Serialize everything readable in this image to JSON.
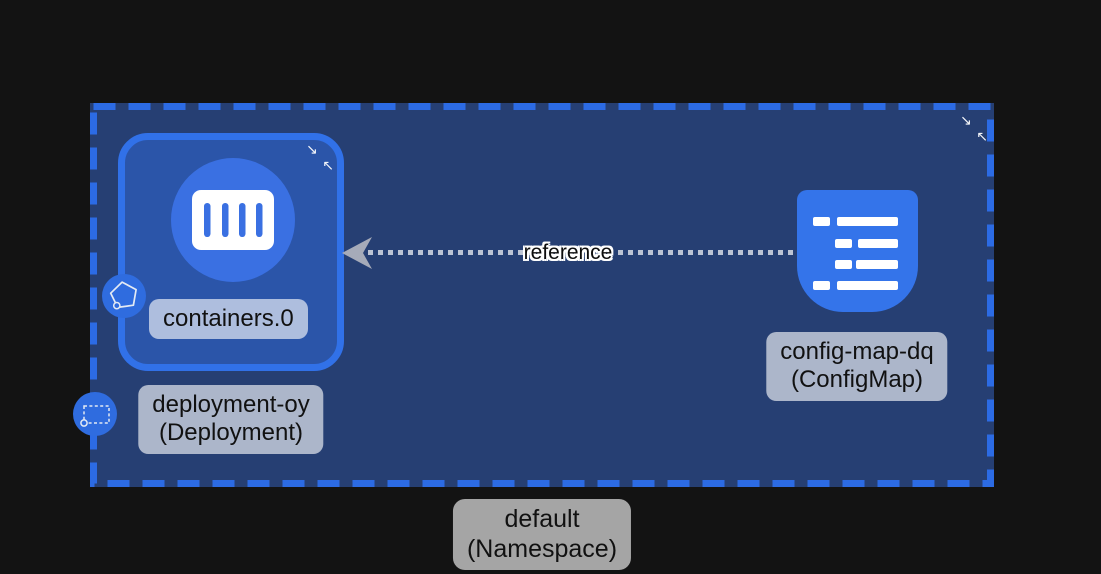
{
  "namespace": {
    "name": "default",
    "kind": "(Namespace)"
  },
  "deployment": {
    "name": "deployment-oy",
    "kind": "(Deployment)"
  },
  "container": {
    "name": "containers.0"
  },
  "configmap": {
    "name": "config-map-dq",
    "kind": "(ConfigMap)"
  },
  "edge": {
    "label": "reference"
  },
  "icons": {
    "collapse_se": "↘",
    "collapse_nw": "↖",
    "pod": "pentagon-outline",
    "deployment": "dashed-rect",
    "container": "container-bars",
    "configmap": "list-lines"
  },
  "colors": {
    "background": "#131313",
    "namespace_fill": "#263f73",
    "namespace_border": "#2c6be4",
    "node_fill": "#2b55a9",
    "node_border": "#3171e8",
    "icon_blue": "#3474ea",
    "pod_circle_blue": "#3a70e2",
    "badge_blue": "#2f6cdf",
    "label_bg": "rgba(255,255,255,0.62)",
    "label_text": "#111111",
    "edge_gray": "#a6abb9"
  }
}
